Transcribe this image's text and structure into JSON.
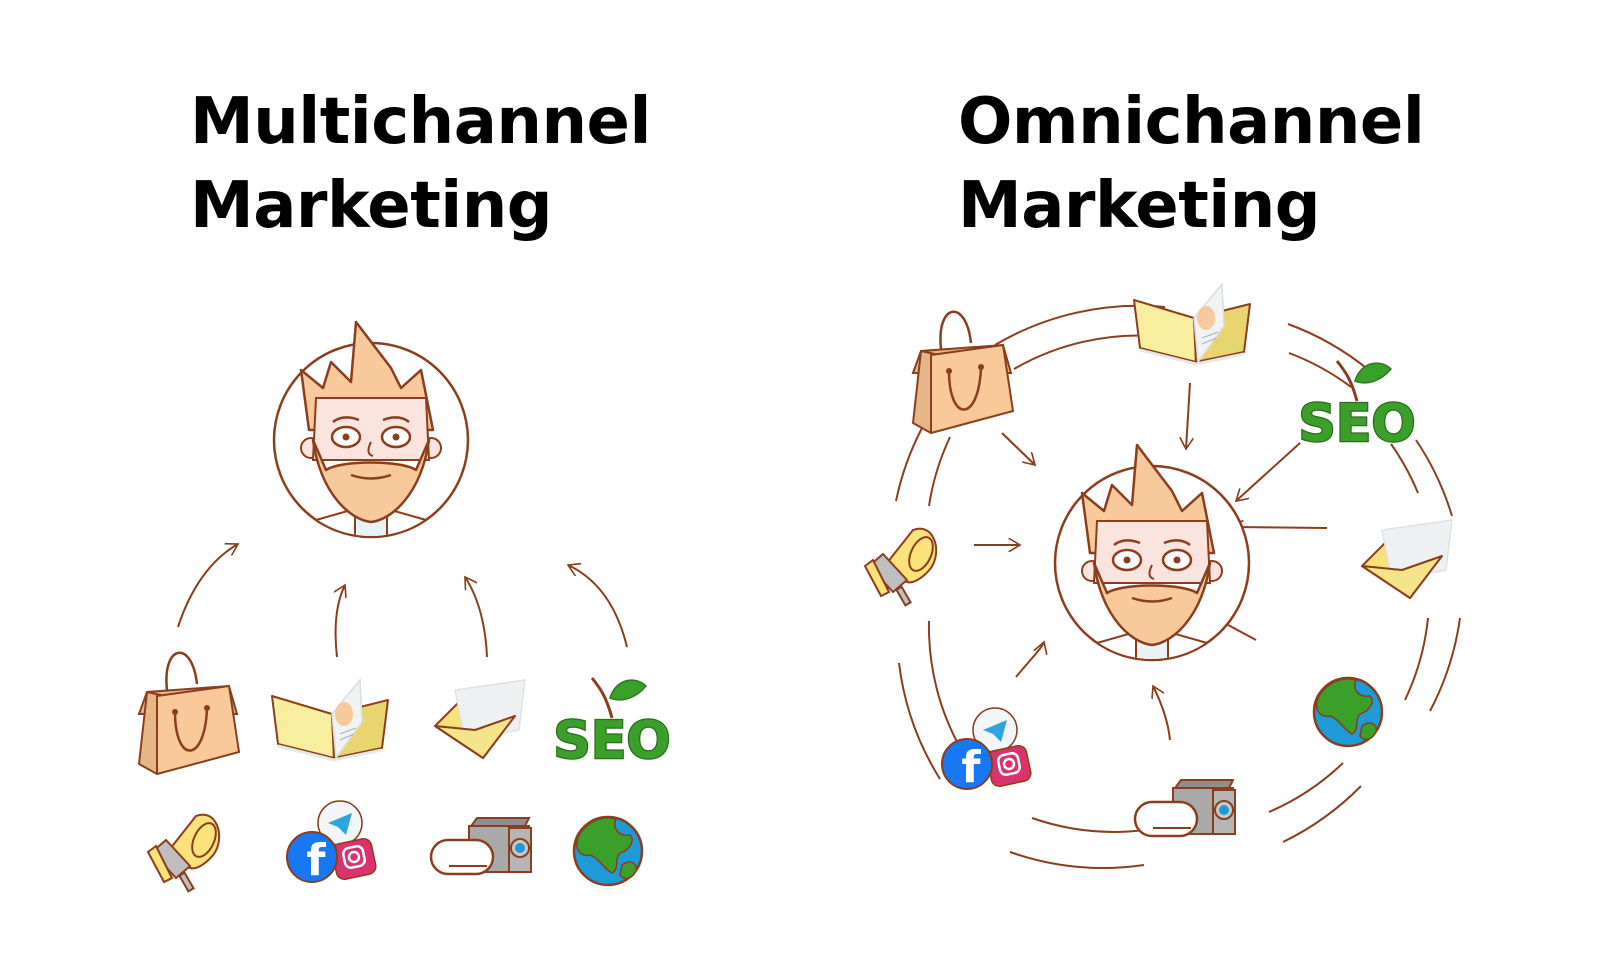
{
  "panels": {
    "left": {
      "title_line1": "Multichannel",
      "title_line2": "Marketing",
      "layout": "channels-in-grid-with-independent-arrows-to-customer",
      "channels_row1": [
        "shopping-bag",
        "brochure",
        "email-envelope",
        "seo"
      ],
      "channels_row2": [
        "megaphone",
        "social-media",
        "video-camera",
        "globe"
      ],
      "arrows_to_customer": 4
    },
    "right": {
      "title_line1": "Omnichannel",
      "title_line2": "Marketing",
      "layout": "channels-in-connected-ring-around-customer",
      "channels_ring": [
        "brochure",
        "seo",
        "email-envelope",
        "globe",
        "video-camera",
        "social-media",
        "megaphone",
        "shopping-bag"
      ],
      "arrows_to_customer": 8
    }
  },
  "icons": {
    "seo_label": "SEO",
    "facebook_letter": "f"
  },
  "colors": {
    "line": "#8a3e1e",
    "hair": "#f8c99a",
    "skin": "#fbe4dd",
    "bag": "#f9c99a",
    "paper_yellow": "#f7ec9e",
    "seo_green": "#3aa02a",
    "globe_blue": "#1e9ad6",
    "globe_green": "#3aa02a",
    "facebook_blue": "#1877f2",
    "instagram_pink": "#d9336b",
    "telegram_blue": "#2ca5e0"
  }
}
